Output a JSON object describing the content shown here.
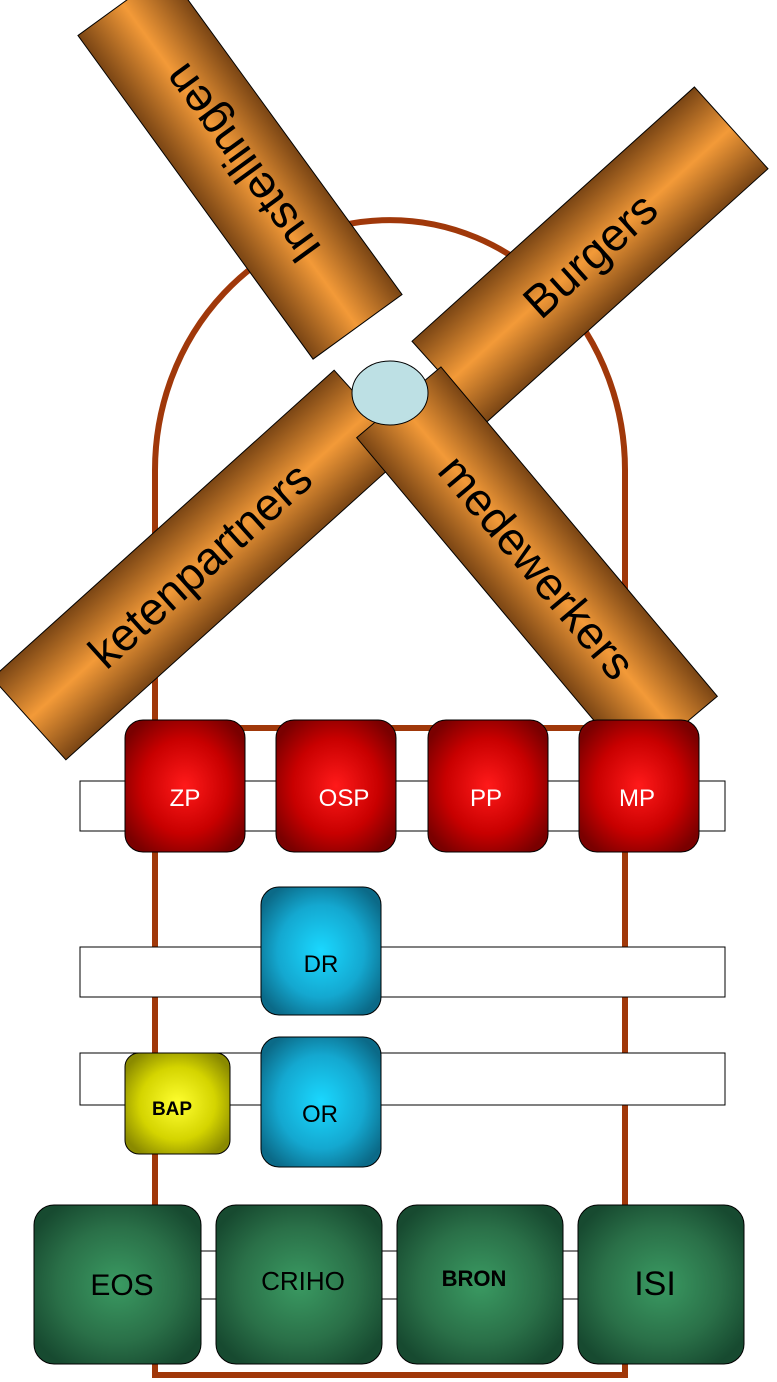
{
  "sails": {
    "top_left": "Instellingen",
    "top_right": "Burgers",
    "bottom_left": "ketenpartners",
    "bottom_right": "medewerkers"
  },
  "row1": {
    "zp": "ZP",
    "osp": "OSP",
    "pp": "PP",
    "mp": "MP"
  },
  "row2": {
    "dr": "DR"
  },
  "row3": {
    "bap": "BAP",
    "or": "OR"
  },
  "base": {
    "eos": "EOS",
    "criho": "CRIHO",
    "bron": "BRON",
    "isi": "ISI"
  },
  "colors": {
    "sail": "#9a5a1e",
    "sail_highlight": "#f29a3a",
    "tower": "#a0380a",
    "hub": "#bde0e4",
    "red_block": "#c40000",
    "blue_block": "#1ea0c8",
    "yellow_block": "#c8c800",
    "green_block": "#2f7a50"
  }
}
